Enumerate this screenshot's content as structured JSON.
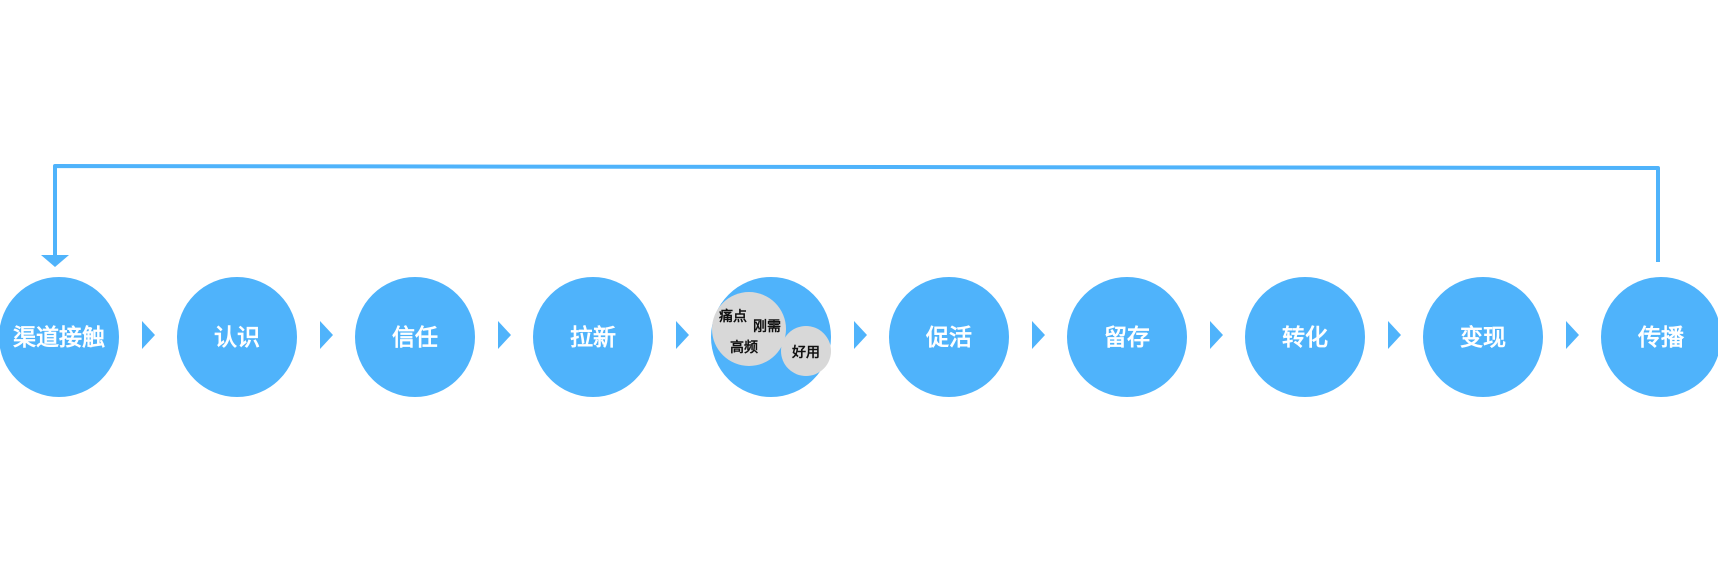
{
  "colors": {
    "stage_fill": "#4fb3fb",
    "arrow": "#4fb3fb",
    "loop_line": "#4fb3fb",
    "bubble_fill": "#d8d8d8",
    "stage_text": "#ffffff",
    "bubble_text": "#111111"
  },
  "stages": [
    {
      "label": "渠道接触"
    },
    {
      "label": "认识"
    },
    {
      "label": "信任"
    },
    {
      "label": "拉新"
    },
    {
      "label": "",
      "sub_labels": [
        "痛点",
        "刚需",
        "高频",
        "好用"
      ]
    },
    {
      "label": "促活"
    },
    {
      "label": "留存"
    },
    {
      "label": "转化"
    },
    {
      "label": "变现"
    },
    {
      "label": "传播"
    }
  ],
  "loop": {
    "from_stage": "传播",
    "to_stage": "渠道接触",
    "icon": "arrow-down-icon"
  }
}
